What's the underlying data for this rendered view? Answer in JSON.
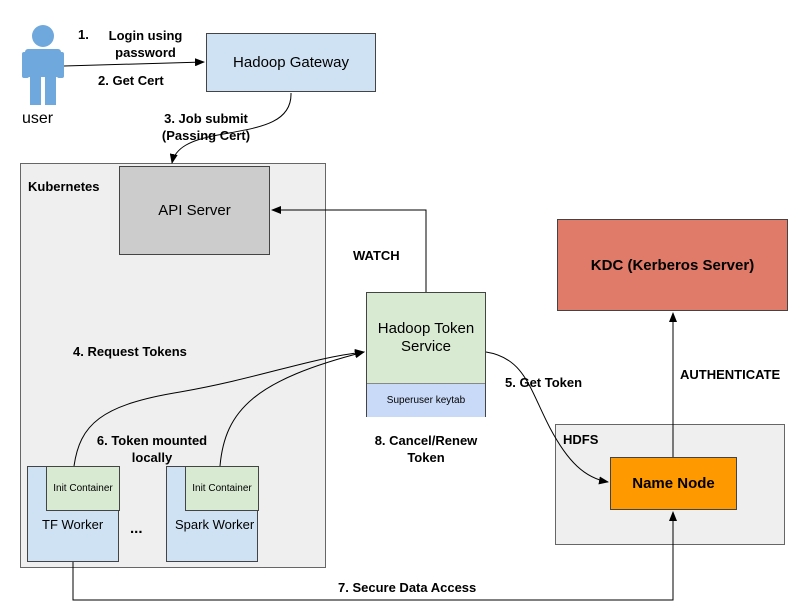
{
  "user": {
    "label": "user"
  },
  "gateway": {
    "label": "Hadoop Gateway"
  },
  "steps": {
    "s1_num": "1.",
    "s1_text": "Login using\npassword",
    "s2": "2. Get Cert",
    "s3": "3. Job submit\n(Passing Cert)",
    "s4": "4. Request Tokens",
    "s5": "5. Get Token",
    "s6": "6. Token mounted\nlocally",
    "s7": "7. Secure Data Access",
    "s8": "8. Cancel/Renew\nToken",
    "watch": "WATCH",
    "authenticate": "AUTHENTICATE"
  },
  "kubernetes": {
    "title": "Kubernetes",
    "api_server": "API Server",
    "token_service": "Hadoop Token\nService",
    "keytab": "Superuser keytab",
    "tf_worker": {
      "init": "Init Container",
      "label": "TF Worker"
    },
    "spark_worker": {
      "init": "Init Container",
      "label": "Spark Worker"
    },
    "ellipsis": "..."
  },
  "kdc": {
    "label": "KDC (Kerberos Server)"
  },
  "hdfs": {
    "title": "HDFS",
    "name_node": "Name Node"
  },
  "colors": {
    "gateway_fill": "#cfe2f3",
    "api_fill": "#cccccc",
    "cluster_fill": "#efefef",
    "token_fill": "#d9ead3",
    "keytab_fill": "#c9daf8",
    "worker_fill": "#cfe2f3",
    "init_fill": "#d9ead3",
    "kdc_fill": "#e07b6a",
    "namenode_fill": "#ff9900",
    "user_icon": "#6fa8dc"
  }
}
